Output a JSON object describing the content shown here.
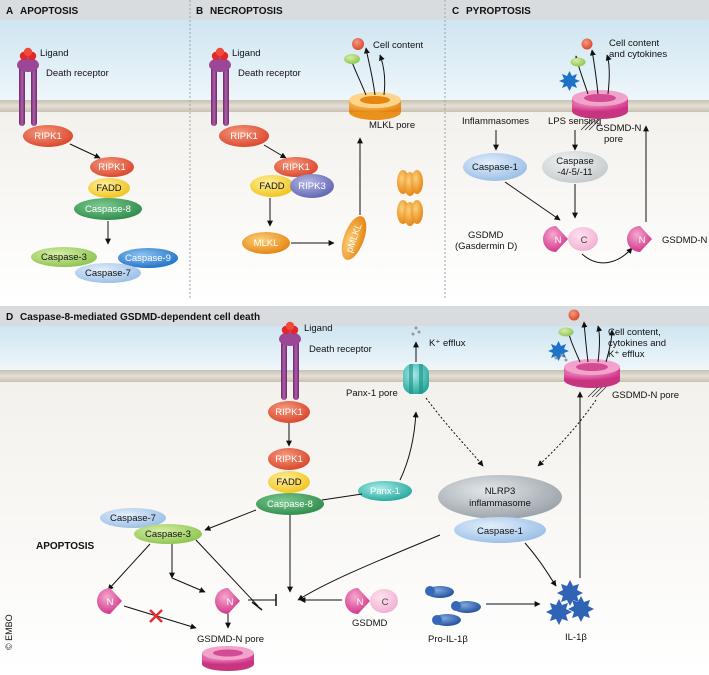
{
  "panels": {
    "a": {
      "letter": "A",
      "title": "APOPTOSIS"
    },
    "b": {
      "letter": "B",
      "title": "NECROPTOSIS"
    },
    "c": {
      "letter": "C",
      "title": "PYROPTOSIS"
    },
    "d": {
      "letter": "D",
      "title": "Caspase-8-mediated GSDMD-dependent cell death"
    }
  },
  "labels": {
    "ligand": "Ligand",
    "death_receptor": "Death receptor",
    "ripk1": "RIPK1",
    "ripk3": "RIPK3",
    "fadd": "FADD",
    "caspase8": "Caspase-8",
    "caspase3": "Caspase-3",
    "caspase7": "Caspase-7",
    "caspase9": "Caspase-9",
    "mlkl": "MLKL",
    "pmlkl": "pMLKL",
    "mlkl_pore": "MLKL pore",
    "cell_content": "Cell content",
    "cell_content_cytokines_1": "Cell content",
    "cell_content_cytokines_2": "and cytokines",
    "inflammasomes": "Inflammasomes",
    "lps_sensing": "LPS sensing",
    "caspase1": "Caspase-1",
    "caspase_nc_1": "Caspase",
    "caspase_nc_2": "-4/-5/-11",
    "gsdmd_1": "GSDMD",
    "gsdmd_2": "(Gasdermin D)",
    "gsdmd_n": "GSDMD-N",
    "gsdmd_n_pore_1": "GSDMD-N",
    "gsdmd_n_pore_2": "pore",
    "n": "N",
    "c": "C",
    "k_efflux": "K⁺ efflux",
    "panx1_pore": "Panx-1 pore",
    "panx1": "Panx-1",
    "nlrp3_1": "NLRP3",
    "nlrp3_2": "inflammasome",
    "d_cell_content_1": "Cell content,",
    "d_cell_content_2": "cytokines and",
    "d_cell_content_3": "K⁺ efflux",
    "d_gsdmd_n_pore": "GSDMD-N pore",
    "apoptosis": "APOPTOSIS",
    "gsdmd": "GSDMD",
    "pro_il1b": "Pro-IL-1β",
    "il1b": "IL-1β",
    "embo": "© EMBO"
  },
  "colors": {
    "ripk1": "#e8583a",
    "ripk3": "#7b80c4",
    "fadd": "#f7d23a",
    "caspase8": "#3f9e5c",
    "caspase3": "#a8d36a",
    "caspase7": "#a9c8ee",
    "caspase9": "#2f84d4",
    "mlkl": "#f39a1f",
    "caspase1": "#bcd6f1",
    "gsdmd": "#e0489a",
    "panx1": "#35bfb6",
    "nlrp3": "#a6adb3",
    "il1b": "#2f5fae",
    "receptor": "#8a3b86",
    "membrane": "#d9d4c8",
    "extracellular": "#d6eaf4"
  }
}
